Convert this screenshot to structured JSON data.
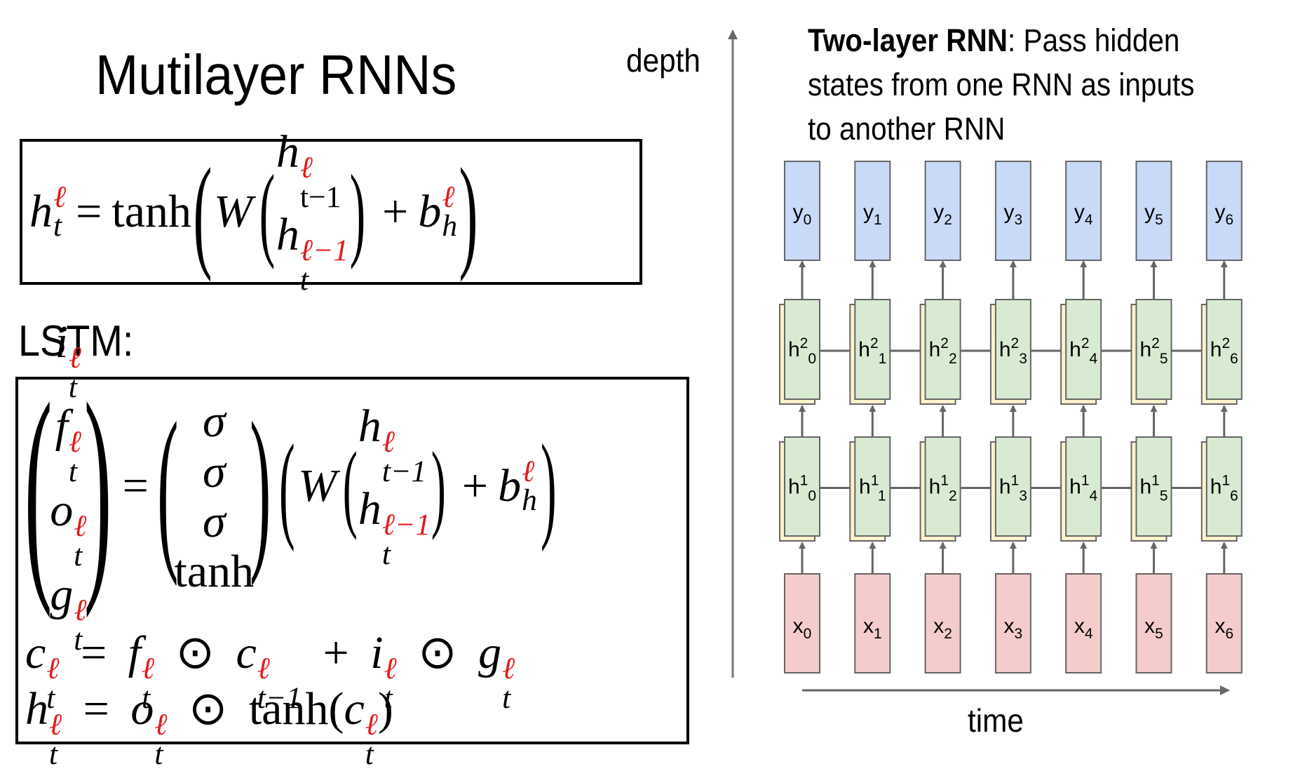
{
  "title": "Mutilayer RNNs",
  "lstm_label": "LSTM:",
  "depth_label": "depth",
  "time_label": "time",
  "caption": {
    "bold": "Two-layer RNN",
    "rest": ": Pass hidden states from one RNN as inputs to another RNN",
    "line1_rest": ": Pass hidden",
    "line2": "states from one RNN as inputs",
    "line3": "to another RNN"
  },
  "colors": {
    "highlight_red": "#e21b1b",
    "output_fill": "#c9daf8",
    "hidden_fill": "#d9ead3",
    "hidden_back_fill": "#fff2cc",
    "input_fill": "#f4cccc",
    "stroke": "#666666"
  },
  "equations": {
    "rnn": {
      "lhs": "h",
      "lhs_sup": "ℓ",
      "lhs_sub": "t",
      "eq": "=",
      "func": "tanh",
      "W": "W",
      "top": "h",
      "top_sup": "ℓ",
      "top_sub": "t−1",
      "bottom": "h",
      "bottom_sup": "ℓ−1",
      "bottom_sub": "t",
      "plus": "+",
      "bias": "b",
      "bias_sup": "ℓ",
      "bias_sub": "h"
    },
    "lstm_gates": {
      "gates": [
        {
          "sym": "i",
          "sup": "ℓ",
          "sub": "t"
        },
        {
          "sym": "f",
          "sup": "ℓ",
          "sub": "t"
        },
        {
          "sym": "o",
          "sup": "ℓ",
          "sub": "t"
        },
        {
          "sym": "g",
          "sup": "ℓ",
          "sub": "t"
        }
      ],
      "activations": [
        "σ",
        "σ",
        "σ",
        "tanh"
      ]
    },
    "cell": {
      "c": "c",
      "eq": "=",
      "f": "f",
      "odot": "⊙",
      "cprev": "c",
      "cprev_sub": "t−1",
      "plus": "+",
      "i": "i",
      "g": "g",
      "sup": "ℓ",
      "sub": "t"
    },
    "hidden": {
      "h": "h",
      "eq": "=",
      "o": "o",
      "odot": "⊙",
      "func": "tanh",
      "c": "c",
      "sup": "ℓ",
      "sub": "t"
    }
  },
  "diagram": {
    "timesteps": [
      "0",
      "1",
      "2",
      "3",
      "4",
      "5",
      "6"
    ],
    "output_symbol": "y",
    "hidden_symbol": "h",
    "input_symbol": "x",
    "layers": [
      "2",
      "1"
    ]
  }
}
